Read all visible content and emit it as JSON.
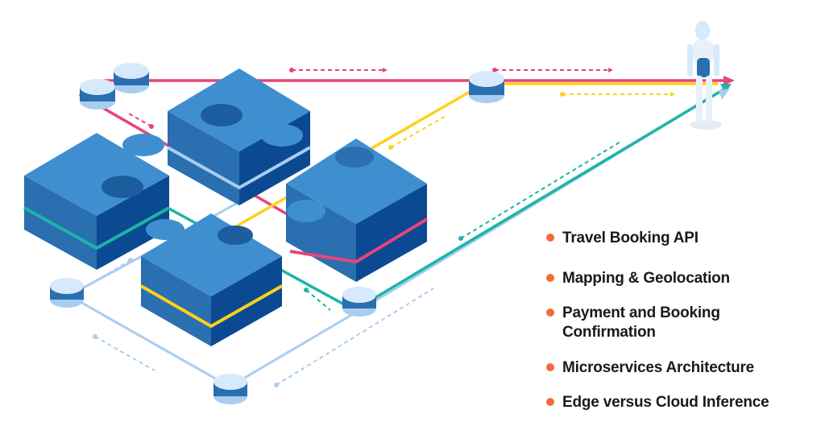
{
  "legend": {
    "bullet_color": "#f26b3a",
    "items": [
      {
        "label": "Travel Booking API"
      },
      {
        "label": "Mapping & Geolocation"
      },
      {
        "label": "Payment and Booking Confirmation",
        "line1": "Payment and Booking",
        "line2": "Confirmation"
      },
      {
        "label": "Microservices Architecture"
      },
      {
        "label": "Edge versus Cloud Inference"
      }
    ]
  },
  "colors": {
    "pink": "#e8447a",
    "yellow": "#ffd11a",
    "teal": "#1cb5a6",
    "light_blue": "#a9cdf0",
    "puzzle_top": "#3f8fd0",
    "puzzle_left": "#2a6fb0",
    "puzzle_right": "#0b4a92",
    "node_top": "#d6eafb"
  },
  "illustration": {
    "puzzle_pieces": [
      "piece-left",
      "piece-top",
      "piece-right",
      "piece-bottom"
    ],
    "figure": "robot-icon"
  }
}
